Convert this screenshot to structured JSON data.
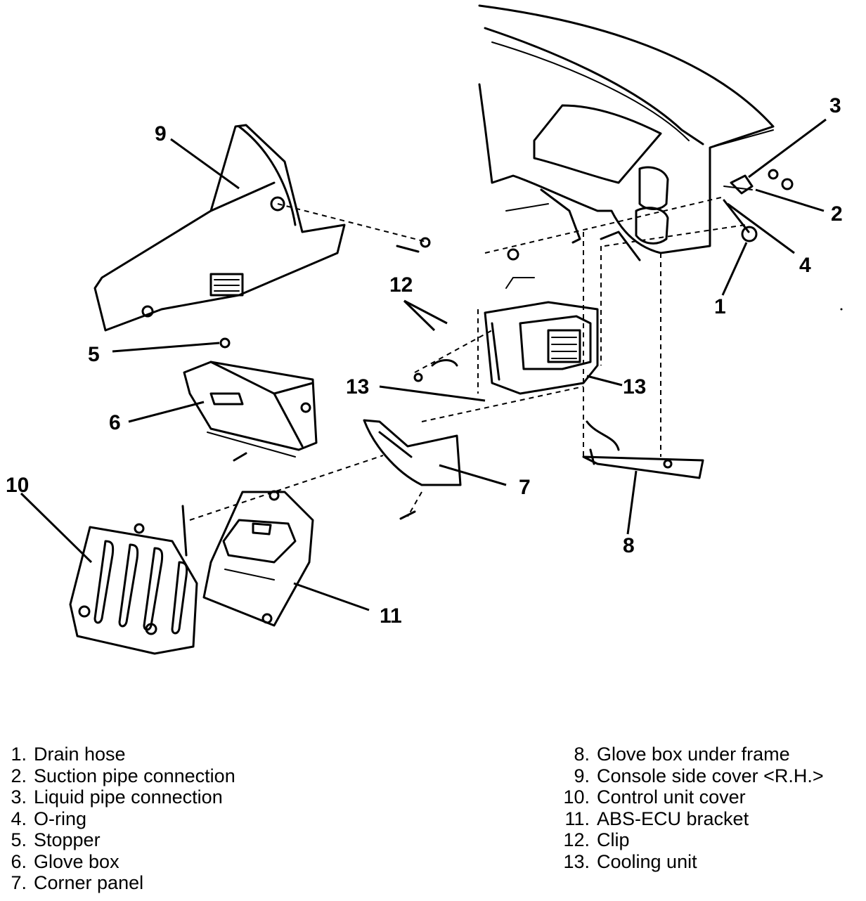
{
  "callouts": [
    "1",
    "2",
    "3",
    "4",
    "5",
    "6",
    "7",
    "8",
    "9",
    "10",
    "11",
    "12",
    "13"
  ],
  "legend_left": [
    {
      "num": "1.",
      "text": "Drain hose"
    },
    {
      "num": "2.",
      "text": "Suction pipe connection"
    },
    {
      "num": "3.",
      "text": "Liquid pipe connection"
    },
    {
      "num": "4.",
      "text": "O-ring"
    },
    {
      "num": "5.",
      "text": "Stopper"
    },
    {
      "num": "6.",
      "text": "Glove box"
    },
    {
      "num": "7.",
      "text": "Corner panel"
    }
  ],
  "legend_right": [
    {
      "num": "8.",
      "text": "Glove box under frame"
    },
    {
      "num": "9.",
      "text": "Console side cover <R.H.>"
    },
    {
      "num": "10.",
      "text": "Control unit cover"
    },
    {
      "num": "11.",
      "text": "ABS-ECU bracket"
    },
    {
      "num": "12.",
      "text": "Clip"
    },
    {
      "num": "13.",
      "text": "Cooling unit"
    }
  ]
}
